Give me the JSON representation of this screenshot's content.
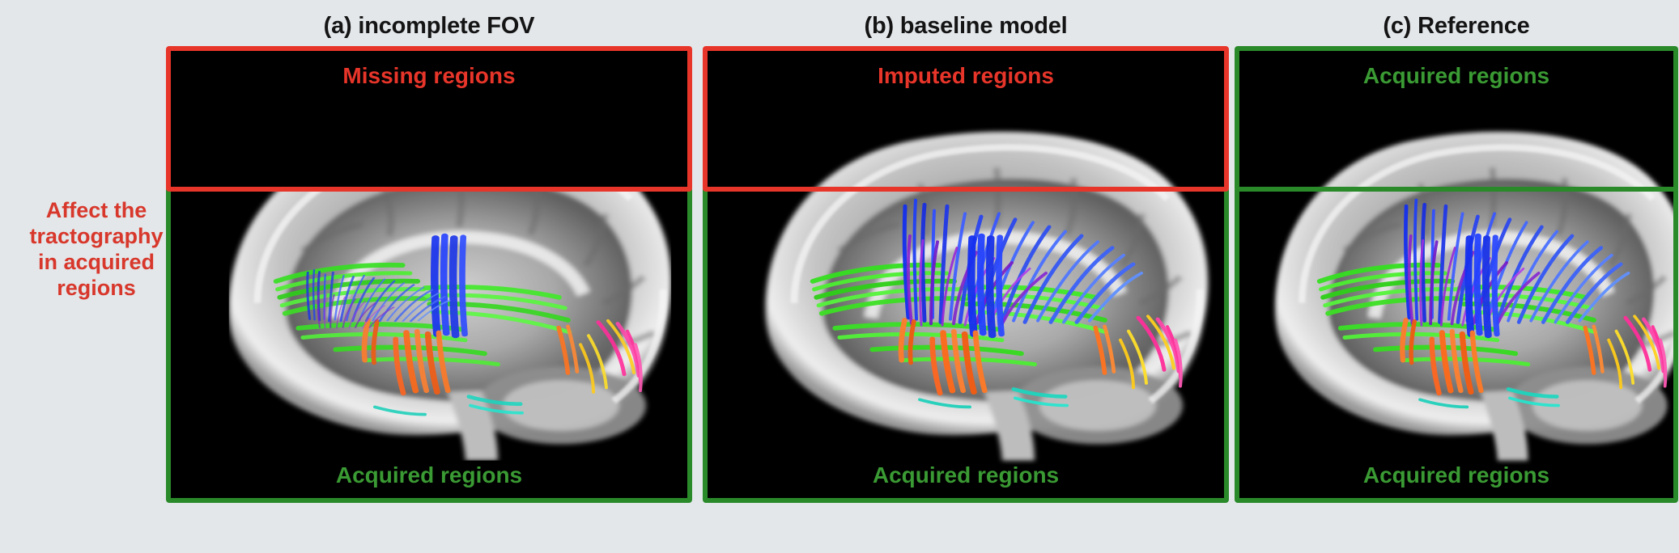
{
  "figure": {
    "background_color": "#e3e7ea",
    "red": "#e8352a",
    "green": "#2a8a2a",
    "green_text": "#3a9a33",
    "red_text": "#d8372b"
  },
  "annotation": {
    "line1": "Affect the",
    "line2": "tractography",
    "line3": "in acquired",
    "line4": "regions",
    "color": "#d8372b",
    "arrow_icon": "bracket-arrow-icon"
  },
  "panels": [
    {
      "id": "a",
      "title": "(a) incomplete FOV",
      "top_label": "Missing regions",
      "top_label_color": "#e8352a",
      "top_border_color": "#e8352a",
      "bottom_label": "Acquired regions",
      "bottom_label_color": "#3a9a33",
      "bottom_border_color": "#2a8a2a",
      "top_region_content": "empty-black",
      "description": "Sagittal brain slice with tractography streamlines only in the lower acquired region; upper field of view is missing (black)."
    },
    {
      "id": "b",
      "title": "(b) baseline model",
      "top_label": "Imputed regions",
      "top_label_color": "#e8352a",
      "top_border_color": "#e8352a",
      "bottom_label": "Acquired regions",
      "bottom_label_color": "#3a9a33",
      "bottom_border_color": "#2a8a2a",
      "top_region_content": "imputed-brain",
      "description": "Sagittal brain slice with imputed upper region; tractography streamlines span both imputed and acquired regions."
    },
    {
      "id": "c",
      "title": "(c) Reference",
      "top_label": "Acquired regions",
      "top_label_color": "#3a9a33",
      "top_border_color": "#2a8a2a",
      "bottom_label": "Acquired regions",
      "bottom_label_color": "#3a9a33",
      "bottom_border_color": "#2a8a2a",
      "top_region_content": "reference-brain",
      "description": "Reference sagittal brain slice fully acquired with complete tractography throughout."
    }
  ]
}
